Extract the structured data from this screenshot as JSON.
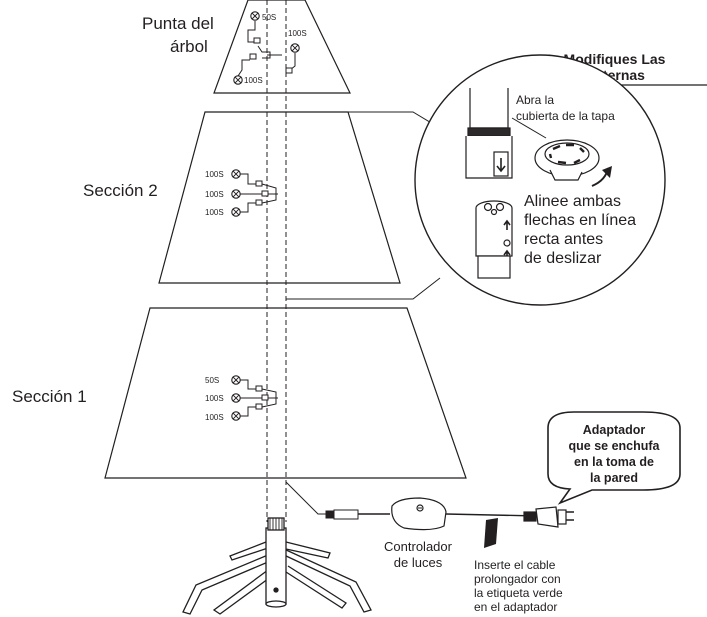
{
  "sections": {
    "tip_label_line1": "Punta del",
    "tip_label_line2": "árbol",
    "section2_label": "Sección 2",
    "section1_label": "Sección 1"
  },
  "bulbs": {
    "tip": [
      "50S",
      "100S",
      "100S"
    ],
    "section2": [
      "100S",
      "100S",
      "100S"
    ],
    "section1": [
      "50S",
      "100S",
      "100S"
    ]
  },
  "callout": {
    "title_line1": "No Modifiques Las",
    "title_line2": "Piezas Internas",
    "cap_line1": "Abra la",
    "cap_line2": "cubierta de la tapa",
    "align_line1": "Alinee ambas",
    "align_line2": "flechas en línea",
    "align_line3": "recta antes",
    "align_line4": "de deslizar"
  },
  "adapter": {
    "line1": "Adaptador",
    "line2": "que se enchufa",
    "line3": "en la toma de",
    "line4": "la pared"
  },
  "controller": {
    "line1": "Controlador",
    "line2": "de luces"
  },
  "cable_note": {
    "line1": "Inserte el cable",
    "line2": "prolongador con",
    "line3": "la etiqueta verde",
    "line4": "en el adaptador"
  },
  "colors": {
    "ink": "#231f20",
    "bg": "#ffffff"
  }
}
